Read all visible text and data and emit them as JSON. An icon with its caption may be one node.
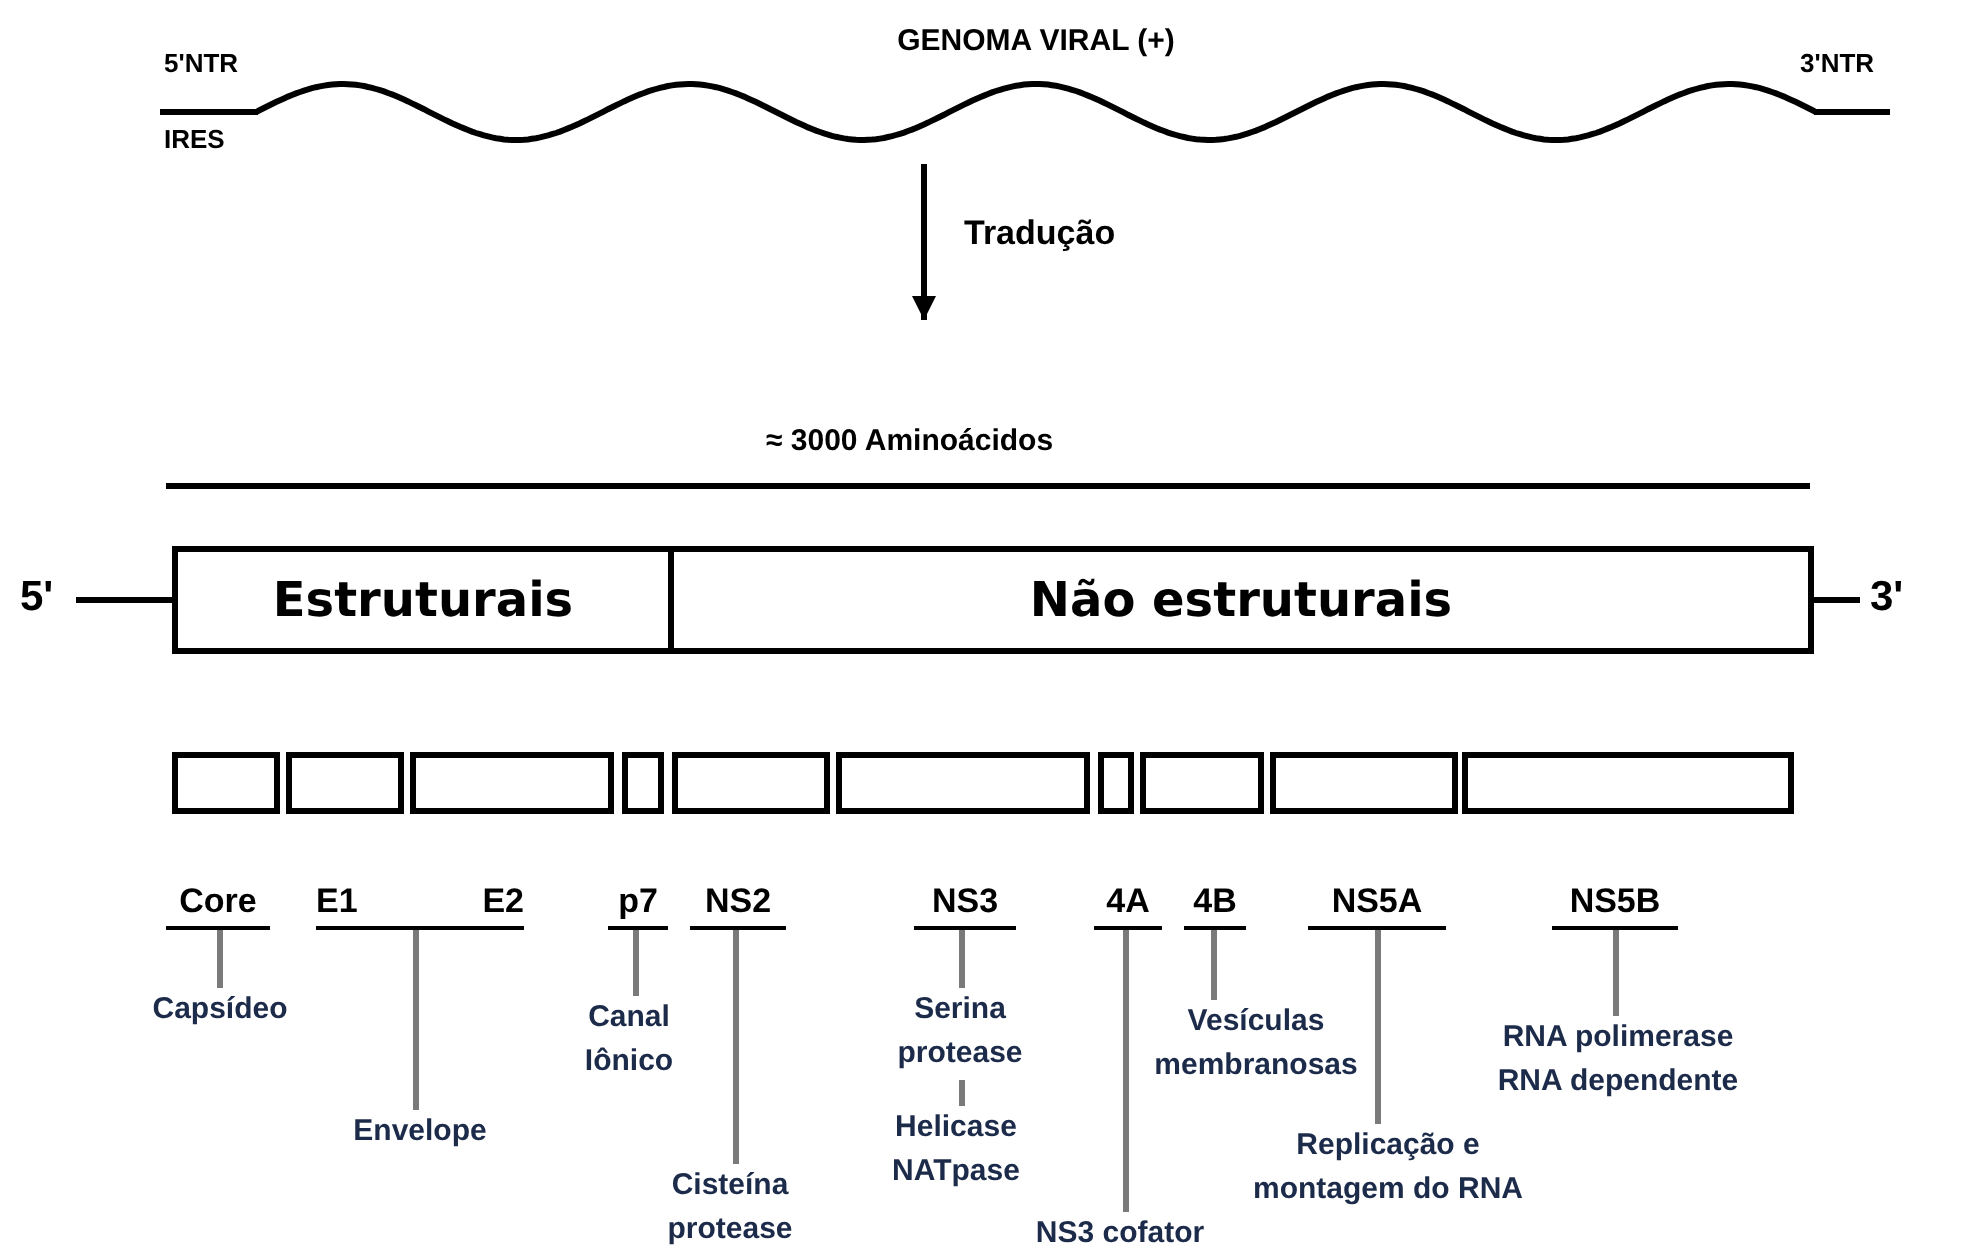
{
  "diagram": {
    "nodes": [
      {
        "text": [
          "GENOMA VIRAL (+)"
        ]
      },
      {
        "text": [],
        "shape": "box"
      },
      {
        "text": [
          "Estruturais"
        ],
        "in": 1
      },
      {
        "text": [
          "Não estruturais"
        ],
        "in": 1
      },
      {
        "text": [],
        "shape": "box"
      },
      {
        "text": [],
        "shape": "box"
      },
      {
        "text": [],
        "shape": "box"
      },
      {
        "text": [],
        "shape": "box"
      },
      {
        "text": [],
        "shape": "box"
      },
      {
        "text": [],
        "shape": "box"
      },
      {
        "text": [],
        "shape": "box"
      },
      {
        "text": [],
        "shape": "box"
      },
      {
        "text": [],
        "shape": "box"
      },
      {
        "text": [],
        "shape": "box"
      },
      {
        "text": [
          "Core"
        ]
      },
      {
        "text": [
          "E1"
        ]
      },
      {
        "text": [
          "E2"
        ]
      },
      {
        "text": [
          "p7"
        ]
      },
      {
        "text": [
          "NS2"
        ]
      },
      {
        "text": [
          "NS3"
        ]
      },
      {
        "text": [
          "4A"
        ]
      },
      {
        "text": [
          "4B"
        ]
      },
      {
        "text": [
          "NS5A"
        ]
      },
      {
        "text": [
          "NS5B"
        ]
      },
      {
        "text": [
          "Capsídeo"
        ]
      },
      {
        "text": [
          "Envelope"
        ]
      },
      {
        "text": [
          "Canal Iônico"
        ]
      },
      {
        "text": [
          "Cisteína protease"
        ]
      },
      {
        "text": [
          "Serina protease"
        ]
      },
      {
        "text": [
          "Helicase NATpase"
        ]
      },
      {
        "text": [
          "NS3 cofator"
        ]
      },
      {
        "text": [
          "Vesículas membranosas"
        ]
      },
      {
        "text": [
          "Replicação e montagem do RNA"
        ]
      },
      {
        "text": [
          "RNA polimerase RNA dependente"
        ]
      }
    ],
    "edges": [
      {
        "from": 0,
        "to": null,
        "arrow": "to",
        "label": "Tradução",
        "color": "#000000"
      },
      {
        "from": 14,
        "to": 24,
        "arrow": "none"
      },
      {
        "from": 15,
        "to": 25,
        "arrow": "none"
      },
      {
        "from": 16,
        "to": 25,
        "arrow": "none"
      },
      {
        "from": 17,
        "to": 26,
        "arrow": "none"
      },
      {
        "from": 18,
        "to": 27,
        "arrow": "none"
      },
      {
        "from": 19,
        "to": 28,
        "arrow": "none"
      },
      {
        "from": 28,
        "to": 29,
        "arrow": "none"
      },
      {
        "from": 20,
        "to": 30,
        "arrow": "none"
      },
      {
        "from": 21,
        "to": 31,
        "arrow": "none"
      },
      {
        "from": 22,
        "to": 32,
        "arrow": "none"
      },
      {
        "from": 23,
        "to": 33,
        "arrow": "none"
      }
    ],
    "labels": [
      "5'NTR",
      "IRES",
      "3'NTR",
      "≈ 3000 Aminoácidos",
      "5'",
      "3'"
    ]
  }
}
